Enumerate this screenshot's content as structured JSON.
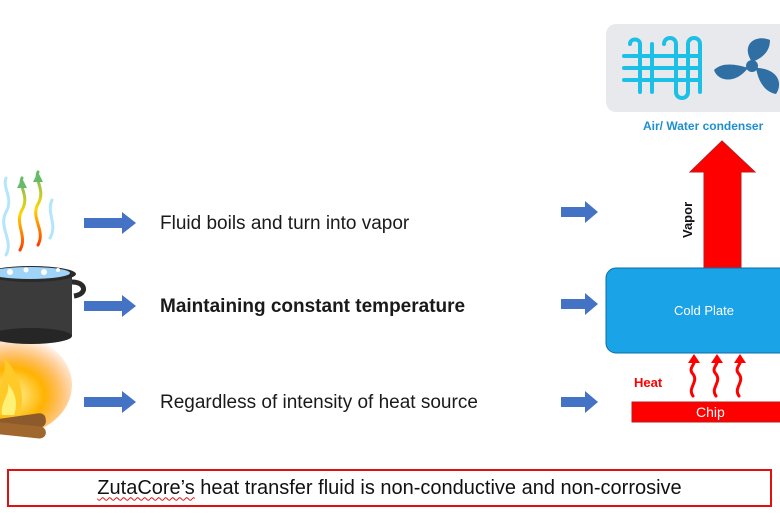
{
  "steps": [
    {
      "text": "Fluid boils and turn into vapor"
    },
    {
      "text": "Maintaining constant temperature"
    },
    {
      "text": "Regardless of intensity of heat source"
    }
  ],
  "diagram": {
    "condenser_label": "Air/ Water condenser",
    "vapor_label": "Vapor",
    "cold_plate_label": "Cold Plate",
    "heat_label": "Heat",
    "chip_label": "Chip"
  },
  "footer": {
    "brand": "ZutaCore’s",
    "rest": " heat transfer fluid is non-conductive and non-corrosive"
  },
  "colors": {
    "arrow_blue": "#4472c4",
    "cold_plate": "#1aa3e6",
    "red": "#ff0000",
    "condenser_bg": "#e8e9ec",
    "condenser_cyan": "#1cc0e6",
    "fan_blue": "#2f6fa3",
    "footer_border": "#e01010"
  },
  "icons": [
    "boiling-pot-icon",
    "flame-icon",
    "steam-icon",
    "heat-exchanger-coil-icon",
    "fan-icon"
  ]
}
